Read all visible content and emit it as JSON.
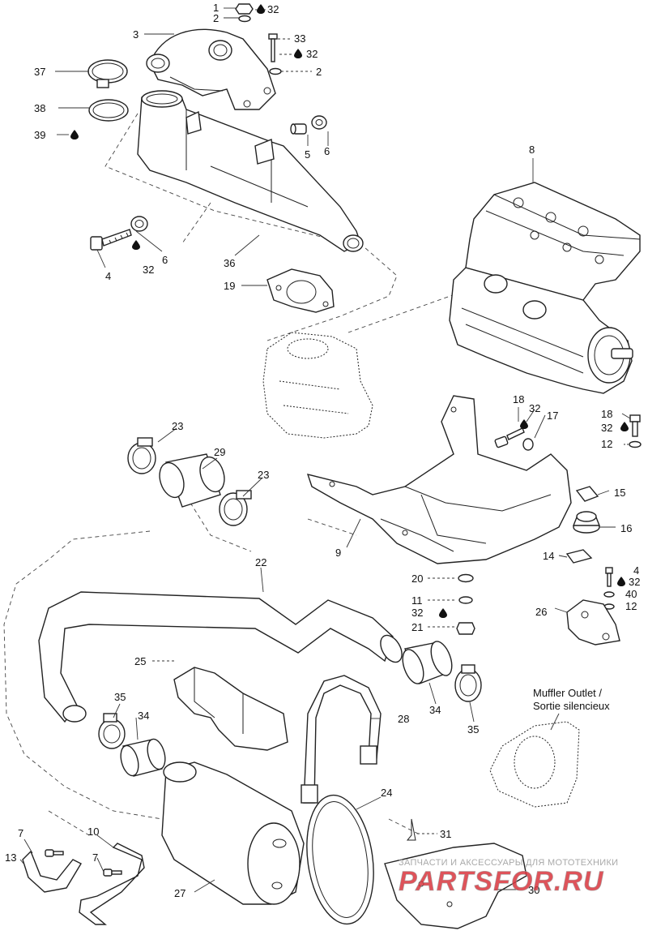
{
  "callouts": {
    "c1": "1",
    "c2a": "2",
    "c32a": "32",
    "c3": "3",
    "c33": "33",
    "c32b": "32",
    "c2b": "2",
    "c37": "37",
    "c38": "38",
    "c39": "39",
    "c5": "5",
    "c6a": "6",
    "c8": "8",
    "c4a": "4",
    "c32c": "32",
    "c6b": "6",
    "c36": "36",
    "c19": "19",
    "c23a": "23",
    "c29": "29",
    "c23b": "23",
    "c18a": "18",
    "c32d": "32",
    "c17": "17",
    "c18b": "18",
    "c32e": "32",
    "c12a": "12",
    "c15": "15",
    "c16": "16",
    "c9": "9",
    "c14": "14",
    "c22": "22",
    "c20": "20",
    "c11": "11",
    "c32f": "32",
    "c21": "21",
    "c4b": "4",
    "c32g": "32",
    "c40": "40",
    "c12b": "12",
    "c26": "26",
    "c25": "25",
    "c35a": "35",
    "c34a": "34",
    "c28": "28",
    "c34b": "34",
    "c35b": "35",
    "c24": "24",
    "c31": "31",
    "c7a": "7",
    "c10": "10",
    "c13": "13",
    "c7b": "7",
    "c27": "27",
    "c30": "30"
  },
  "muffler_outlet": {
    "line1": "Muffler Outlet /",
    "line2": "Sortie silencieux"
  },
  "watermark": {
    "tagline": "ЗАПЧАСТИ И АКСЕССУАРЫ ДЛЯ МОТОТЕХНИКИ",
    "brand": "PARTSFOR.RU"
  },
  "icons": {
    "lubricant": "oil-drop-icon"
  },
  "colors": {
    "line": "#222222",
    "watermark_red": "#d9363e",
    "watermark_gray": "#9a9a9a"
  }
}
